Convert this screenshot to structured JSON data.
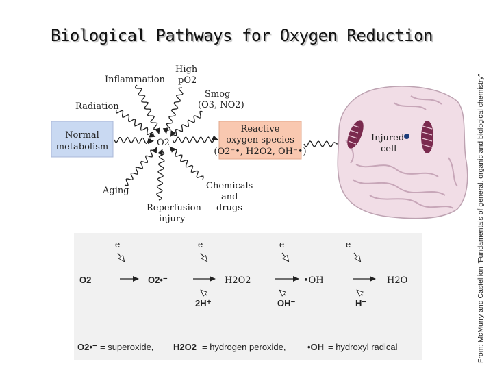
{
  "title": "Biological Pathways for Oxygen Reduction",
  "credit": "From: McMurry and Castellion \"Fundamentals of general, organic and biological chemistry\"",
  "center": "O2",
  "sources": {
    "inflammation": "Inflammation",
    "high_po2_line1": "High",
    "high_po2_line2": "pO2",
    "smog_line1": "Smog",
    "smog_line2": "(O3, NO2)",
    "radiation": "Radiation",
    "normal_line1": "Normal",
    "normal_line2": "metabolism",
    "aging": "Aging",
    "reperfusion_line1": "Reperfusion",
    "reperfusion_line2": "injury",
    "chemicals_line1": "Chemicals",
    "chemicals_line2": "and",
    "chemicals_line3": "drugs"
  },
  "ros_box": {
    "line1": "Reactive",
    "line2": "oxygen species",
    "line3": "(O2⁻•, H2O2, OH⁻•)"
  },
  "cell": {
    "line1": "Injured",
    "line2": "cell"
  },
  "reaction": {
    "electron": "e⁻",
    "species": [
      "O2",
      "O2•⁻",
      "H2O2",
      "•OH",
      "H2O"
    ],
    "byproducts": [
      "2H⁺",
      "OH⁻",
      "H⁻"
    ]
  },
  "legend": {
    "superoxide_sym": "O2•⁻",
    "superoxide_text": "= superoxide,",
    "peroxide_sym": "H2O2",
    "peroxide_text": "= hydrogen peroxide,",
    "radical_sym": "•OH",
    "radical_text": "= hydroxyl radical"
  },
  "colors": {
    "normal_box": "#c9d9f2",
    "ros_box": "#f9c8b0",
    "cell_fill": "#f1dde6",
    "mitochondria": "#7a2a4e",
    "panel": "#f1f1f1"
  }
}
